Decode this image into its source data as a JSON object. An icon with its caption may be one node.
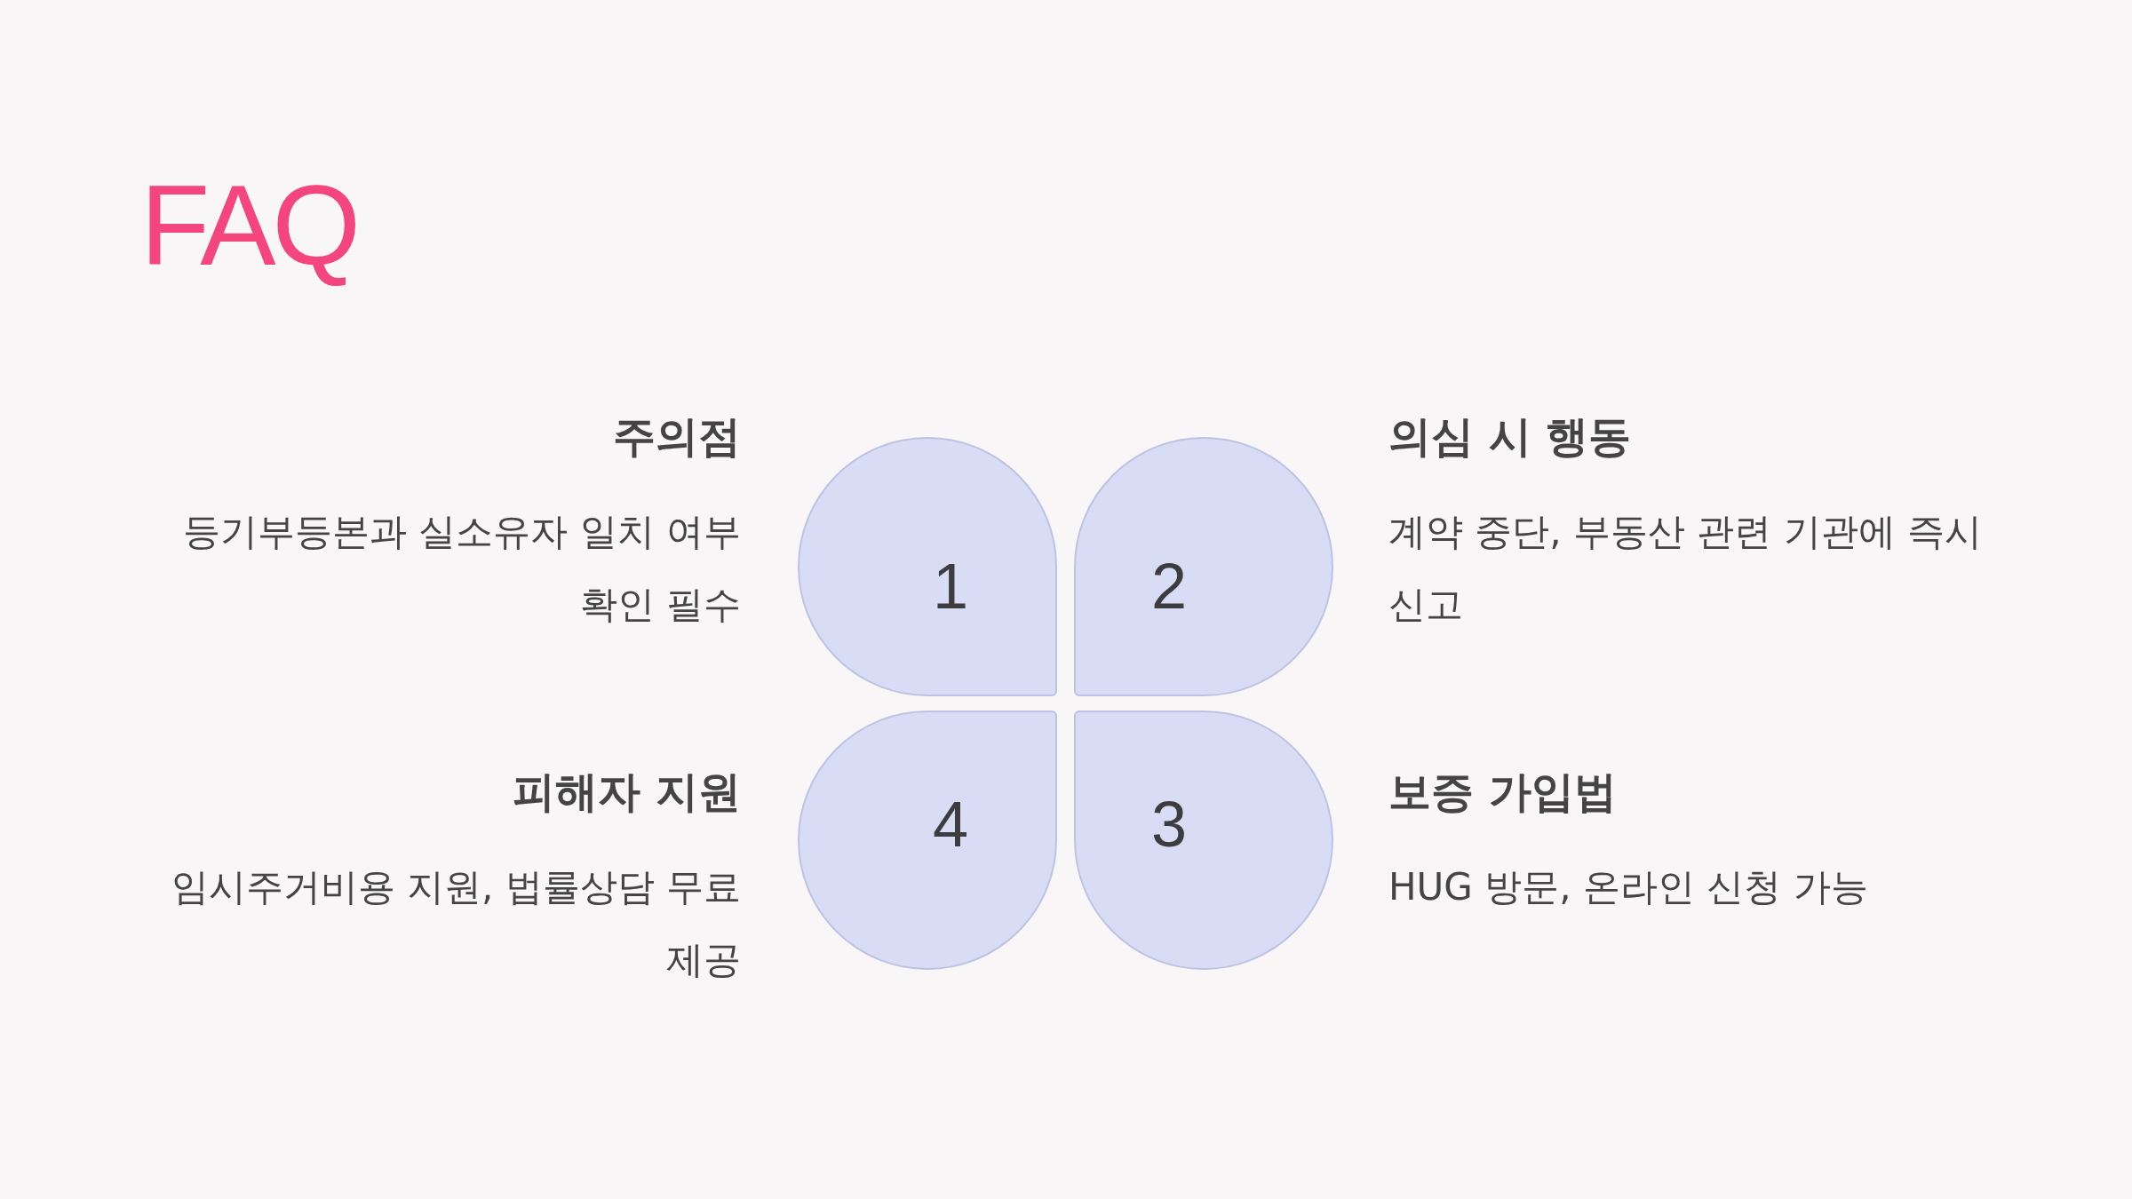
{
  "diagram": {
    "title": "FAQ",
    "nodes": [
      {
        "text": [
          "1"
        ]
      },
      {
        "text": [
          "2"
        ]
      },
      {
        "text": [
          "3"
        ]
      },
      {
        "text": [
          "4"
        ]
      }
    ],
    "labels": [
      "주의점",
      "등기부등본과 실소유자 일치 여부 확인 필수",
      "의심 시 행동",
      "계약 중단, 부동산 관련 기관에 즉시 신고",
      "피해자 지원",
      "임시주거비용 지원, 법률상담 무료 제공",
      "보증 가입법",
      "HUG 방문, 온라인 신청 가능"
    ]
  }
}
